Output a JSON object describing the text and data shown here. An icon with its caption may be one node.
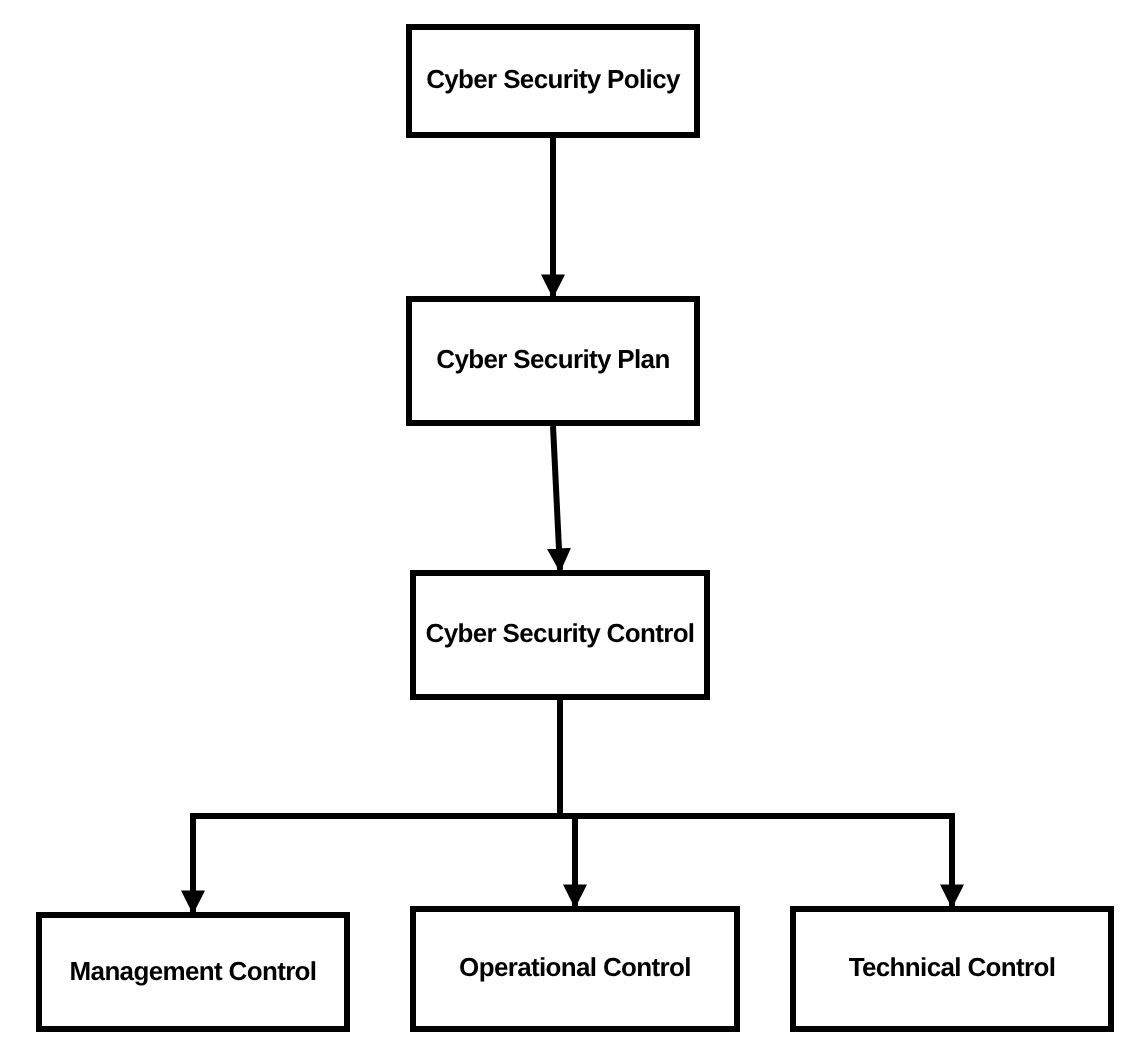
{
  "diagram": {
    "nodes": [
      {
        "text": [
          "Cyber Security Policy"
        ]
      },
      {
        "text": [
          "Cyber Security Plan"
        ]
      },
      {
        "text": [
          "Cyber Security Control"
        ]
      },
      {
        "text": [
          "Management Control"
        ]
      },
      {
        "text": [
          "Operational Control"
        ]
      },
      {
        "text": [
          "Technical Control"
        ]
      }
    ],
    "edges": [
      {
        "from": 0,
        "to": 1,
        "arrow": "to"
      },
      {
        "from": 1,
        "to": 2,
        "arrow": "to"
      },
      {
        "from": 2,
        "to": 3,
        "arrow": "to"
      },
      {
        "from": 2,
        "to": 4,
        "arrow": "to"
      },
      {
        "from": 2,
        "to": 5,
        "arrow": "to"
      }
    ]
  }
}
